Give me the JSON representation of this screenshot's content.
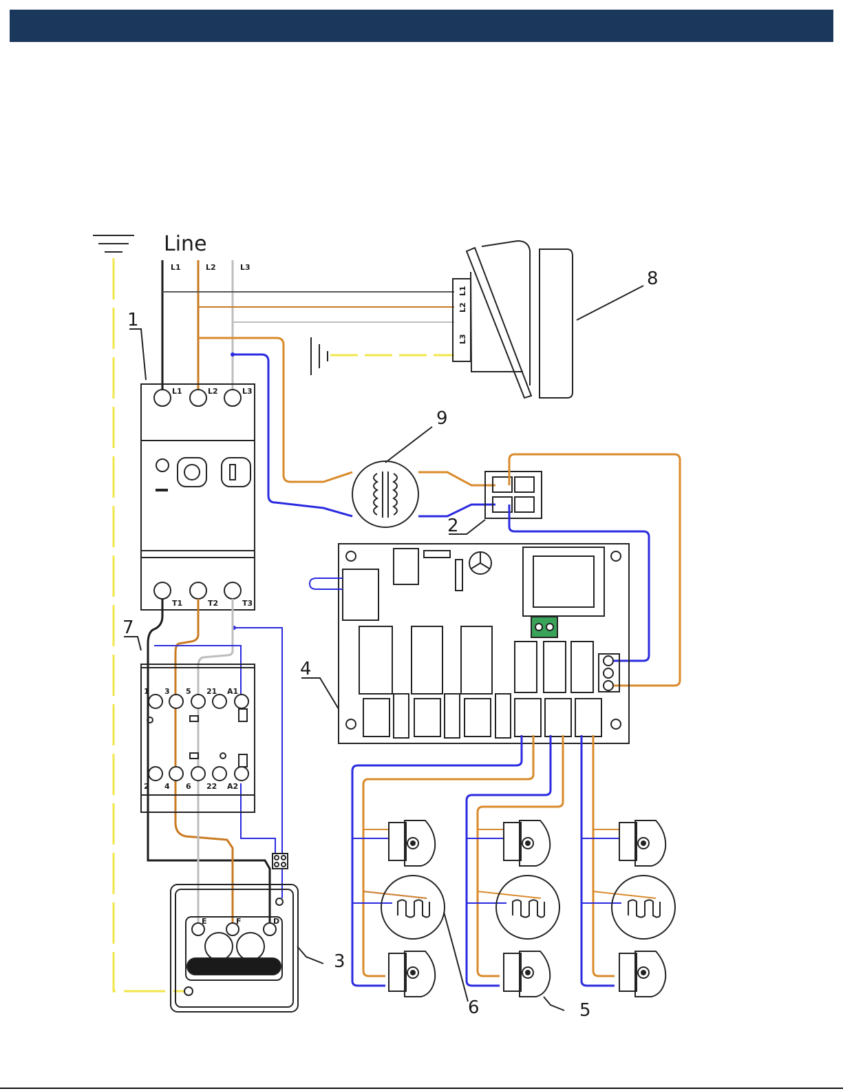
{
  "colors": {
    "header": "#1c375c",
    "blue": "#2a2ae0",
    "orange": "#d98a2b",
    "grey": "#bdbdbd",
    "black": "#1a1a1a",
    "yellow": "#f2e64a"
  },
  "line_title": "Line",
  "phases": [
    "L1",
    "L2",
    "L3"
  ],
  "inlet_phase_labels": [
    "L3",
    "L2",
    "L1"
  ],
  "breaker_top_labels": [
    "L1",
    "L2",
    "L3"
  ],
  "breaker_bottom_labels": [
    "T1",
    "T2",
    "T3"
  ],
  "contactor_top_labels": [
    "1",
    "3",
    "5",
    "21",
    "A1"
  ],
  "contactor_bottom_labels": [
    "2",
    "4",
    "6",
    "22",
    "A2"
  ],
  "motor_terminal_labels": [
    "E",
    "F",
    "D"
  ],
  "callouts": [
    "1",
    "2",
    "3",
    "4",
    "5",
    "6",
    "7",
    "8",
    "9"
  ]
}
